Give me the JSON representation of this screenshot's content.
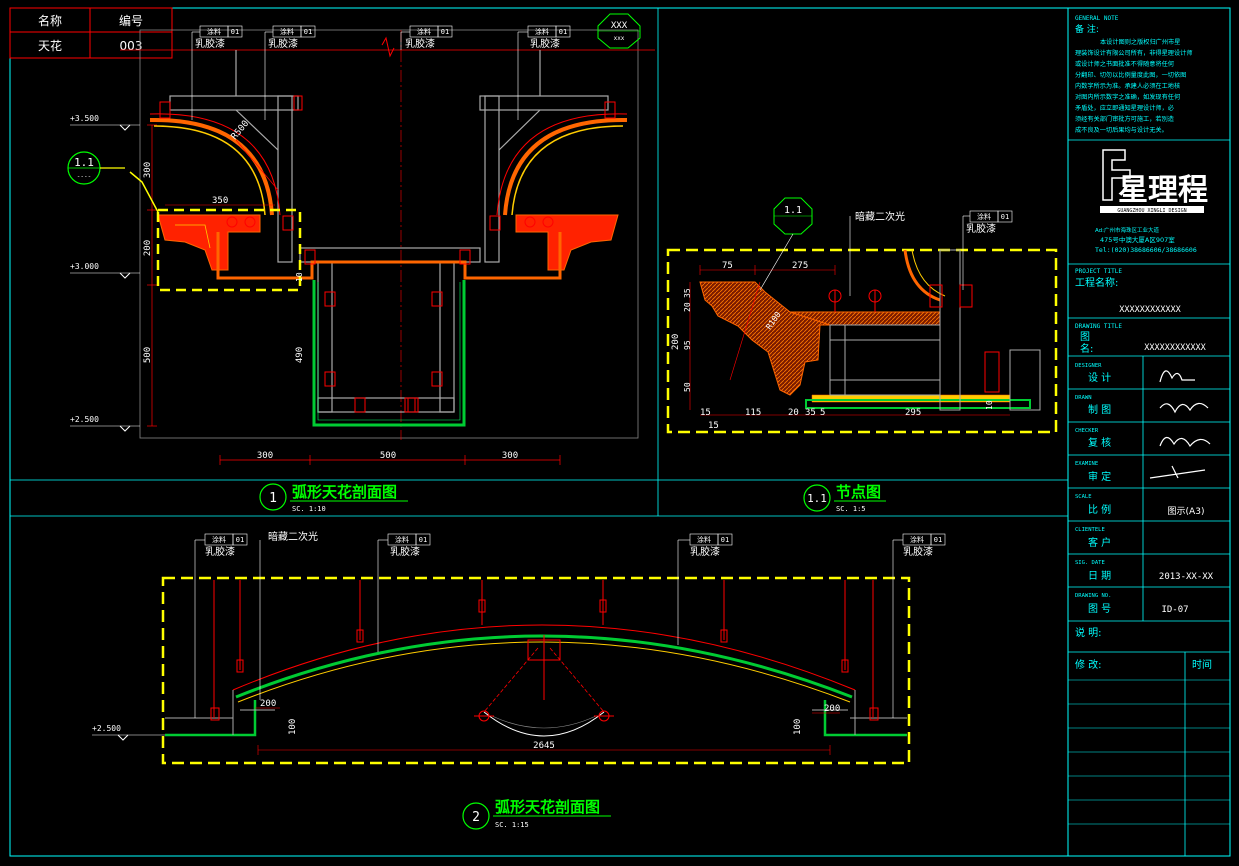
{
  "top_table": {
    "header": [
      "名称",
      "编号"
    ],
    "row": [
      "天花",
      "003"
    ]
  },
  "material_tag": {
    "code": "涂料",
    "num": "01",
    "name": "乳胶漆"
  },
  "hidden_light": "暗藏二次光",
  "section_1": {
    "number": "1",
    "title": "弧形天花剖面图",
    "scale": "SC.   1:10",
    "levels": [
      "+3.500",
      "+3.000",
      "+2.500"
    ],
    "dims_bottom": [
      "300",
      "500",
      "300"
    ],
    "dims_left": [
      "300",
      "200",
      "500"
    ],
    "dims_misc": [
      "350",
      "R500",
      "490",
      "10"
    ],
    "callout": "1.1",
    "callout_sub": "----",
    "xxx": "XXX",
    "xxx_sub": "xxx"
  },
  "section_11": {
    "number": "1.1",
    "title": "节点图",
    "scale": "SC.   1:5",
    "callout": "1.1",
    "dims_top": [
      "75",
      "275"
    ],
    "dims_left": [
      "20",
      "35",
      "95",
      "200",
      "50"
    ],
    "dims_bottom": [
      "15",
      "115",
      "20",
      "35",
      "5",
      "295"
    ],
    "dim_bottom_15": "15",
    "radius": "R100",
    "dim_10": "10"
  },
  "section_2": {
    "number": "2",
    "title": "弧形天花剖面图",
    "scale": "SC.   1:15",
    "level": "+2.500",
    "dims": [
      "200",
      "200",
      "100",
      "100",
      "2645"
    ]
  },
  "title_block": {
    "general_note_en": "GENERAL NOTE",
    "general_note_cn": "备 注:",
    "note_lines": [
      "本设计图则之版权归广州市星",
      "理装饰设计有限公司所有，非得星理设计师",
      "或设计师之书面批准不得随意将任何",
      "分翻印、切勿以比例量度此图，一切依图",
      "内数字所示为准。承建人必须在工地核",
      "对图内所示数字之准确，如发现有任何",
      "矛盾处，应立即通知星理设计师，必",
      "须经有关部门审批方可施工，若別造",
      "成不良及一切后果均与设计无关。"
    ],
    "logo_text": "星理程",
    "logo_sub": "GUANGZHOU XINGLI DESIGN",
    "addr": "Ad:广州市海珠区工业大道",
    "addr2": "475号中澳大厦A区907室",
    "tel": "Tel:(020)38686606/38686606",
    "project_title_en": "PROJECT TITLE",
    "project_title_cn": "工程名称:",
    "project_value": "XXXXXXXXXXXX",
    "drawing_title_en": "DRAWING TITLE",
    "drawing_title_cn1": "图",
    "drawing_title_cn2": "名:",
    "drawing_value": "XXXXXXXXXXXX",
    "rows": [
      {
        "en": "DESIGNER",
        "cn": "设  计",
        "value": ""
      },
      {
        "en": "DRAWN",
        "cn": "制  图",
        "value": ""
      },
      {
        "en": "CHECKER",
        "cn": "复  核",
        "value": ""
      },
      {
        "en": "EXAMINE",
        "cn": "审  定",
        "value": ""
      },
      {
        "en": "SCALE",
        "cn": "比  例",
        "value": "图示(A3)"
      },
      {
        "en": "CLIENTELE",
        "cn": "客  户",
        "value": ""
      },
      {
        "en": "SIG. DATE",
        "cn": "日  期",
        "value": "2013-XX-XX"
      },
      {
        "en": "DRAWING NO.",
        "cn": "图  号",
        "value": "ID-07"
      }
    ],
    "explain": "说  明:",
    "revise": "修  改:",
    "time": "时间"
  },
  "colors": {
    "frame": "#00ffff",
    "yellow": "#ffff00",
    "red": "#ff0000",
    "orange": "#ff6600",
    "green": "#00cc33",
    "grey": "#999999",
    "white": "#ffffff"
  }
}
